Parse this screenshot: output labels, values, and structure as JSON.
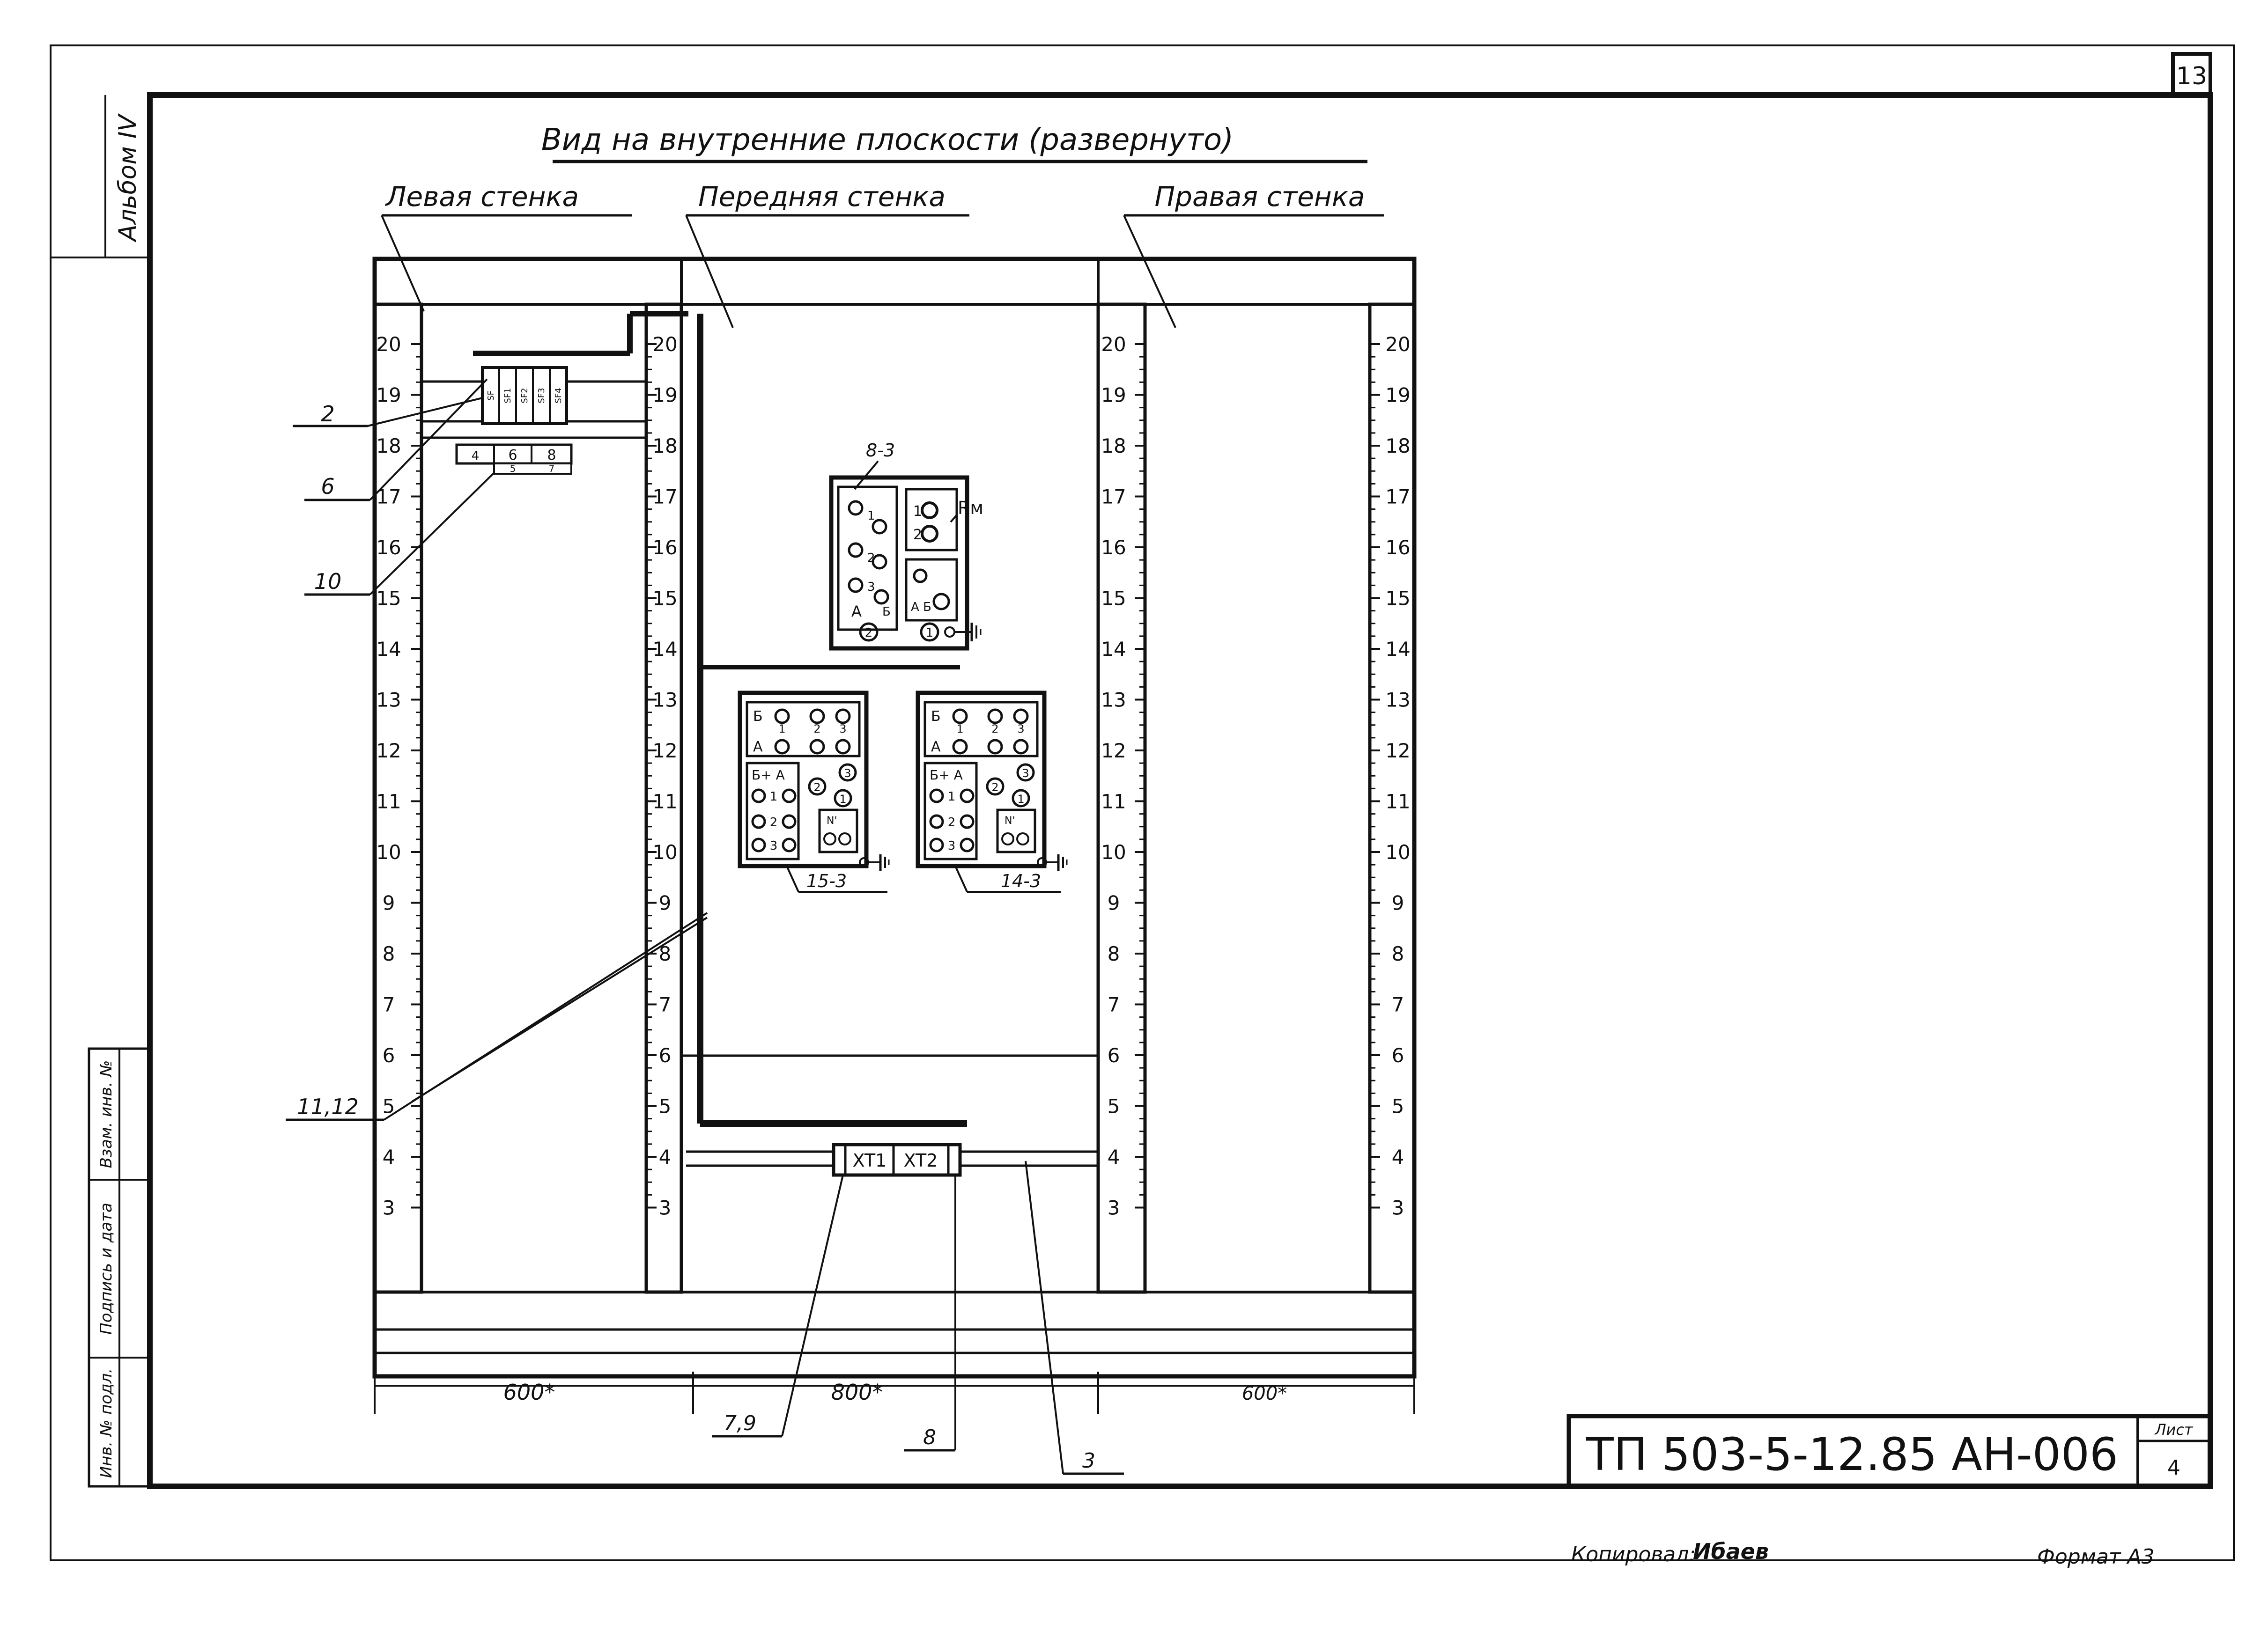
{
  "page_number": "13",
  "album_label": "Альбом IV",
  "side_stamp": {
    "inv_no": "Инв. № подл.",
    "signature_date": "Подпись и дата",
    "replaced_inv": "Взам. инв. №"
  },
  "title": "Вид на внутренние плоскости (развернуто)",
  "wall_labels": {
    "left": "Левая стенка",
    "front": "Передняя стенка",
    "right": "Правая стенка"
  },
  "scale_ticks": [
    "20",
    "19",
    "18",
    "17",
    "16",
    "15",
    "14",
    "13",
    "12",
    "11",
    "10",
    "9",
    "8",
    "7",
    "6",
    "5",
    "4",
    "3"
  ],
  "callouts": {
    "c2": "2",
    "c6": "6",
    "c10": "10",
    "c11_12": "11,12",
    "c7_9": "7,9",
    "c8": "8",
    "c3": "3"
  },
  "breakers": [
    "SF",
    "SF1",
    "SF2",
    "SF3",
    "SF4"
  ],
  "terminal_row_top": [
    "4",
    "6",
    "8"
  ],
  "terminal_row_bottom": [
    "5",
    "7"
  ],
  "terminals": {
    "xt1": "XT1",
    "xt2": "XT2"
  },
  "box_8_3": {
    "tag": "8-3",
    "rm": "Rм",
    "left_rows": [
      "1",
      "2",
      "3"
    ],
    "right_rows": [
      "1",
      "2"
    ],
    "a": "А",
    "b": "Б",
    "c2": "2",
    "c1": "1",
    "ab": "А Б"
  },
  "box_15_3": {
    "tag": "15-3",
    "top_b": "Б",
    "top_a": "А",
    "cols": [
      "1",
      "2",
      "3"
    ],
    "lower_head": "Б+ А",
    "lower_rows": [
      "1",
      "2",
      "3"
    ],
    "c2": "2",
    "c3": "3",
    "c1": "1",
    "n": "N'"
  },
  "box_14_3": {
    "tag": "14-3",
    "top_b": "Б",
    "top_a": "А",
    "cols": [
      "1",
      "2",
      "3"
    ],
    "lower_head": "Б+ А",
    "lower_rows": [
      "1",
      "2",
      "3"
    ],
    "c2": "2",
    "c3": "3",
    "c1": "1",
    "n": "N'"
  },
  "dimensions": {
    "left": "600*",
    "front": "800*",
    "right": "600*"
  },
  "doc_code": "ТП 503-5-12.85 АН-006",
  "sheet_label": "Лист",
  "sheet_number": "4",
  "copied_label": "Копировал:",
  "copied_signature": "Ибаев",
  "format_label": "Формат А3"
}
